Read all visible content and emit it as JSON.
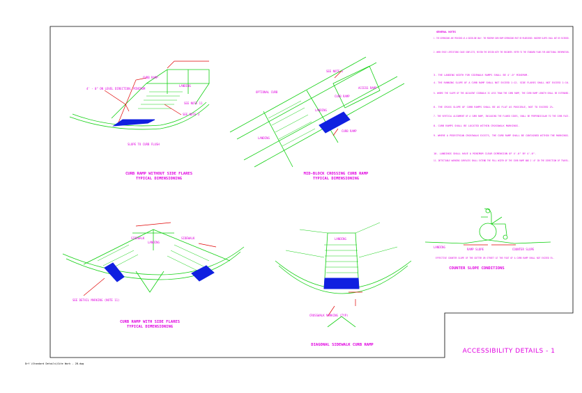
{
  "sheet": {
    "title": "ACCESSIBILITY DETAILS - 1",
    "file_path": "Drf \\Standard Details\\Site Work - 2B.dwg"
  },
  "details": {
    "no_side_flares": {
      "caption": "CURB RAMP WITHOUT SIDE FLARES",
      "subcaption": "TYPICAL DIMENSIONING",
      "labels": [
        "4' - 0\" ON LEVEL DIRECTION, MINIMUM",
        "CURB RAMP",
        "LANDING",
        "SLOPE TO CURB FLUSH",
        "SEE NOTE 3",
        "SEE NOTE 11"
      ]
    },
    "mid_block": {
      "caption": "MID-BLOCK CROSSING CURB RAMP",
      "subcaption": "TYPICAL DIMENSIONING",
      "labels": [
        "SEE NOTE 3",
        "OPTIONAL CURB",
        "LANDING",
        "CURB RAMP",
        "ACCESS RAMP",
        "LANDING",
        "CURB RAMP"
      ]
    },
    "with_side_flares": {
      "caption": "CURB RAMP WITH SIDE FLARES",
      "subcaption": "TYPICAL DIMENSIONING",
      "labels": [
        "SIDEWALK",
        "LANDING",
        "SIDEWALK",
        "SEE DETAIL MARKING (NOTE 11)"
      ]
    },
    "diagonal": {
      "caption": "DIAGONAL SIDEWALK CURB RAMP",
      "labels": [
        "LANDING",
        "CROSSWALK MARKING (TYP)"
      ]
    },
    "counter_slope": {
      "caption": "COUNTER SLOPE CONDITIONS",
      "labels": [
        "LANDING",
        "RAMP SLOPE",
        "COUNTER SLOPE"
      ]
    }
  },
  "notes": {
    "heading": "GENERAL NOTES",
    "items": [
      "1. THE DIMENSIONS ARE PROVIDED AS A GUIDELINE ONLY. THE MINIMUM CURB RAMP DIMENSIONS MUST BE MAINTAINED. MAXIMUM SLOPES SHALL NOT BE EXCEEDED.",
      "2. WHEN SPACE LIMITATIONS CAUSE CONFLICTS, REVIEW THE DESIGN WITH THE ENGINEER. REFER TO THE STANDARD PLANS FOR ADDITIONAL INFORMATION.",
      "3. THE LANDING WIDTH FOR SIDEWALK RAMPS SHALL BE 4'-0\" MINIMUM.",
      "4. THE RUNNING SLOPE OF A CURB RAMP SHALL NOT EXCEED 1:12. SIDE FLARES SHALL NOT EXCEED 1:10.",
      "5. WHERE THE SLOPE OF THE ADJACENT SIDEWALK IS LESS THAN THE CURB RAMP, THE CURB RAMP LENGTH SHALL BE EXTENDED.",
      "6. THE CROSS SLOPE OF CURB RAMPS SHALL BE AS FLAT AS POSSIBLE, NOT TO EXCEED 2%.",
      "7. THE VERTICAL ALIGNMENT OF A CURB RAMP, INCLUDING THE FLARED SIDES, SHALL BE PERPENDICULAR TO THE CURB FACE.",
      "8. CURB RAMPS SHALL BE LOCATED WITHIN CROSSWALK MARKINGS.",
      "9. WHERE A PEDESTRIAN CROSSWALK EXISTS, THE CURB RAMP SHALL BE CONTAINED WITHIN THE MARKINGS.",
      "10. LANDINGS SHALL HAVE A MINIMUM CLEAR DIMENSION OF 4'-0\" BY 4'-0\".",
      "11. DETECTABLE WARNING SURFACES SHALL EXTEND THE FULL WIDTH OF THE CURB RAMP AND 2'-0\" IN THE DIRECTION OF TRAVEL."
    ],
    "counter_note": "EFFECTIVE COUNTER SLOPE OF THE GUTTER OR STREET AT THE FOOT OF A CURB RAMP SHALL NOT EXCEED 5%."
  }
}
